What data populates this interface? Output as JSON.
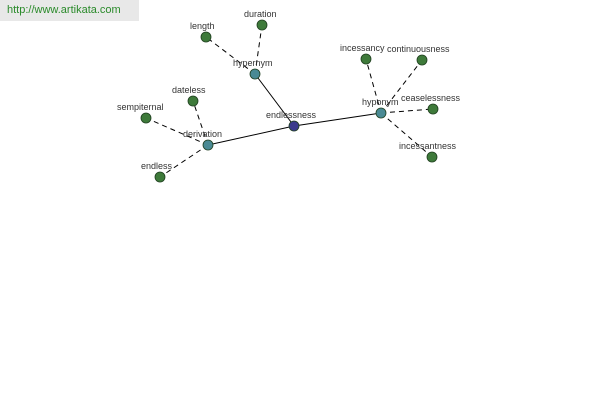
{
  "source_link": "http://www.artikata.com",
  "colors": {
    "center_node": "#3a3a8c",
    "relation_node": "#4a8a94",
    "word_node": "#3e7a3a",
    "edge": "#000000",
    "link_text": "#2a8a2a"
  },
  "center": {
    "id": "endlessness",
    "label": "endlessness"
  },
  "relations": [
    {
      "id": "hypernym",
      "label": "hypernym"
    },
    {
      "id": "derivation",
      "label": "derivation"
    },
    {
      "id": "hyponym",
      "label": "hyponym"
    }
  ],
  "words": [
    {
      "id": "length",
      "label": "length",
      "relation": "hypernym"
    },
    {
      "id": "duration",
      "label": "duration",
      "relation": "hypernym"
    },
    {
      "id": "dateless",
      "label": "dateless",
      "relation": "derivation"
    },
    {
      "id": "sempiternal",
      "label": "sempiternal",
      "relation": "derivation"
    },
    {
      "id": "endless",
      "label": "endless",
      "relation": "derivation"
    },
    {
      "id": "incessancy",
      "label": "incessancy",
      "relation": "hyponym"
    },
    {
      "id": "continuousness",
      "label": "continuousness",
      "relation": "hyponym"
    },
    {
      "id": "ceaselessness",
      "label": "ceaselessness",
      "relation": "hyponym"
    },
    {
      "id": "incessantness",
      "label": "incessantness",
      "relation": "hyponym"
    }
  ]
}
